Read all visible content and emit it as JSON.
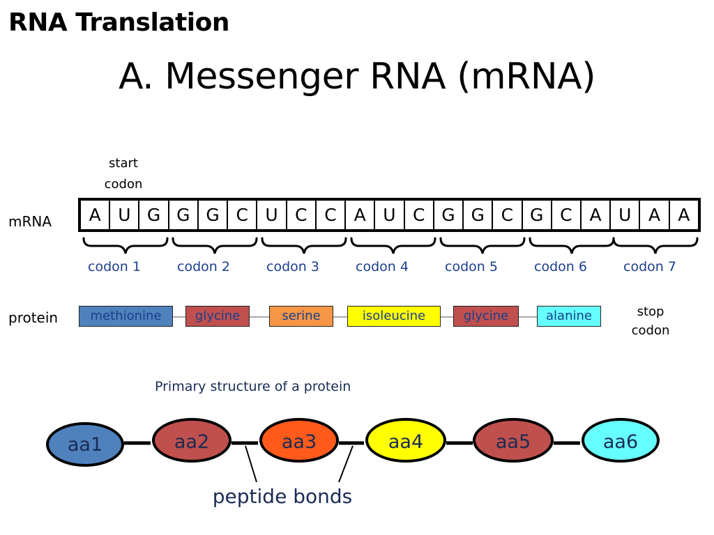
{
  "header": {
    "title": "RNA Translation"
  },
  "slide": {
    "title": "A. Messenger RNA (mRNA)"
  },
  "labels": {
    "start_codon_line1": "start",
    "start_codon_line2": "codon",
    "mrna": "mRNA",
    "protein": "protein",
    "stop_codon_line1": "stop",
    "stop_codon_line2": "codon",
    "primary_structure": "Primary structure of a protein",
    "peptide_bonds": "peptide bonds"
  },
  "mrna_bases": [
    "A",
    "U",
    "G",
    "G",
    "G",
    "C",
    "U",
    "C",
    "C",
    "A",
    "U",
    "C",
    "G",
    "G",
    "C",
    "G",
    "C",
    "A",
    "U",
    "A",
    "A"
  ],
  "codons": [
    "codon 1",
    "codon 2",
    "codon 3",
    "codon 4",
    "codon 5",
    "codon 6",
    "codon 7"
  ],
  "amino_acids": [
    {
      "name": "methionine",
      "color": "#4f81bd"
    },
    {
      "name": "glycine",
      "color": "#c0504d"
    },
    {
      "name": "serine",
      "color": "#f79646"
    },
    {
      "name": "isoleucine",
      "color": "#ffff00"
    },
    {
      "name": "glycine",
      "color": "#c0504d"
    },
    {
      "name": "alanine",
      "color": "#66ffff"
    }
  ],
  "chain": [
    {
      "label": "aa1",
      "color": "#4f81bd"
    },
    {
      "label": "aa2",
      "color": "#c0504d"
    },
    {
      "label": "aa3",
      "color": "#ff5a1a"
    },
    {
      "label": "aa4",
      "color": "#ffff00"
    },
    {
      "label": "aa5",
      "color": "#c0504d"
    },
    {
      "label": "aa6",
      "color": "#66ffff"
    }
  ]
}
